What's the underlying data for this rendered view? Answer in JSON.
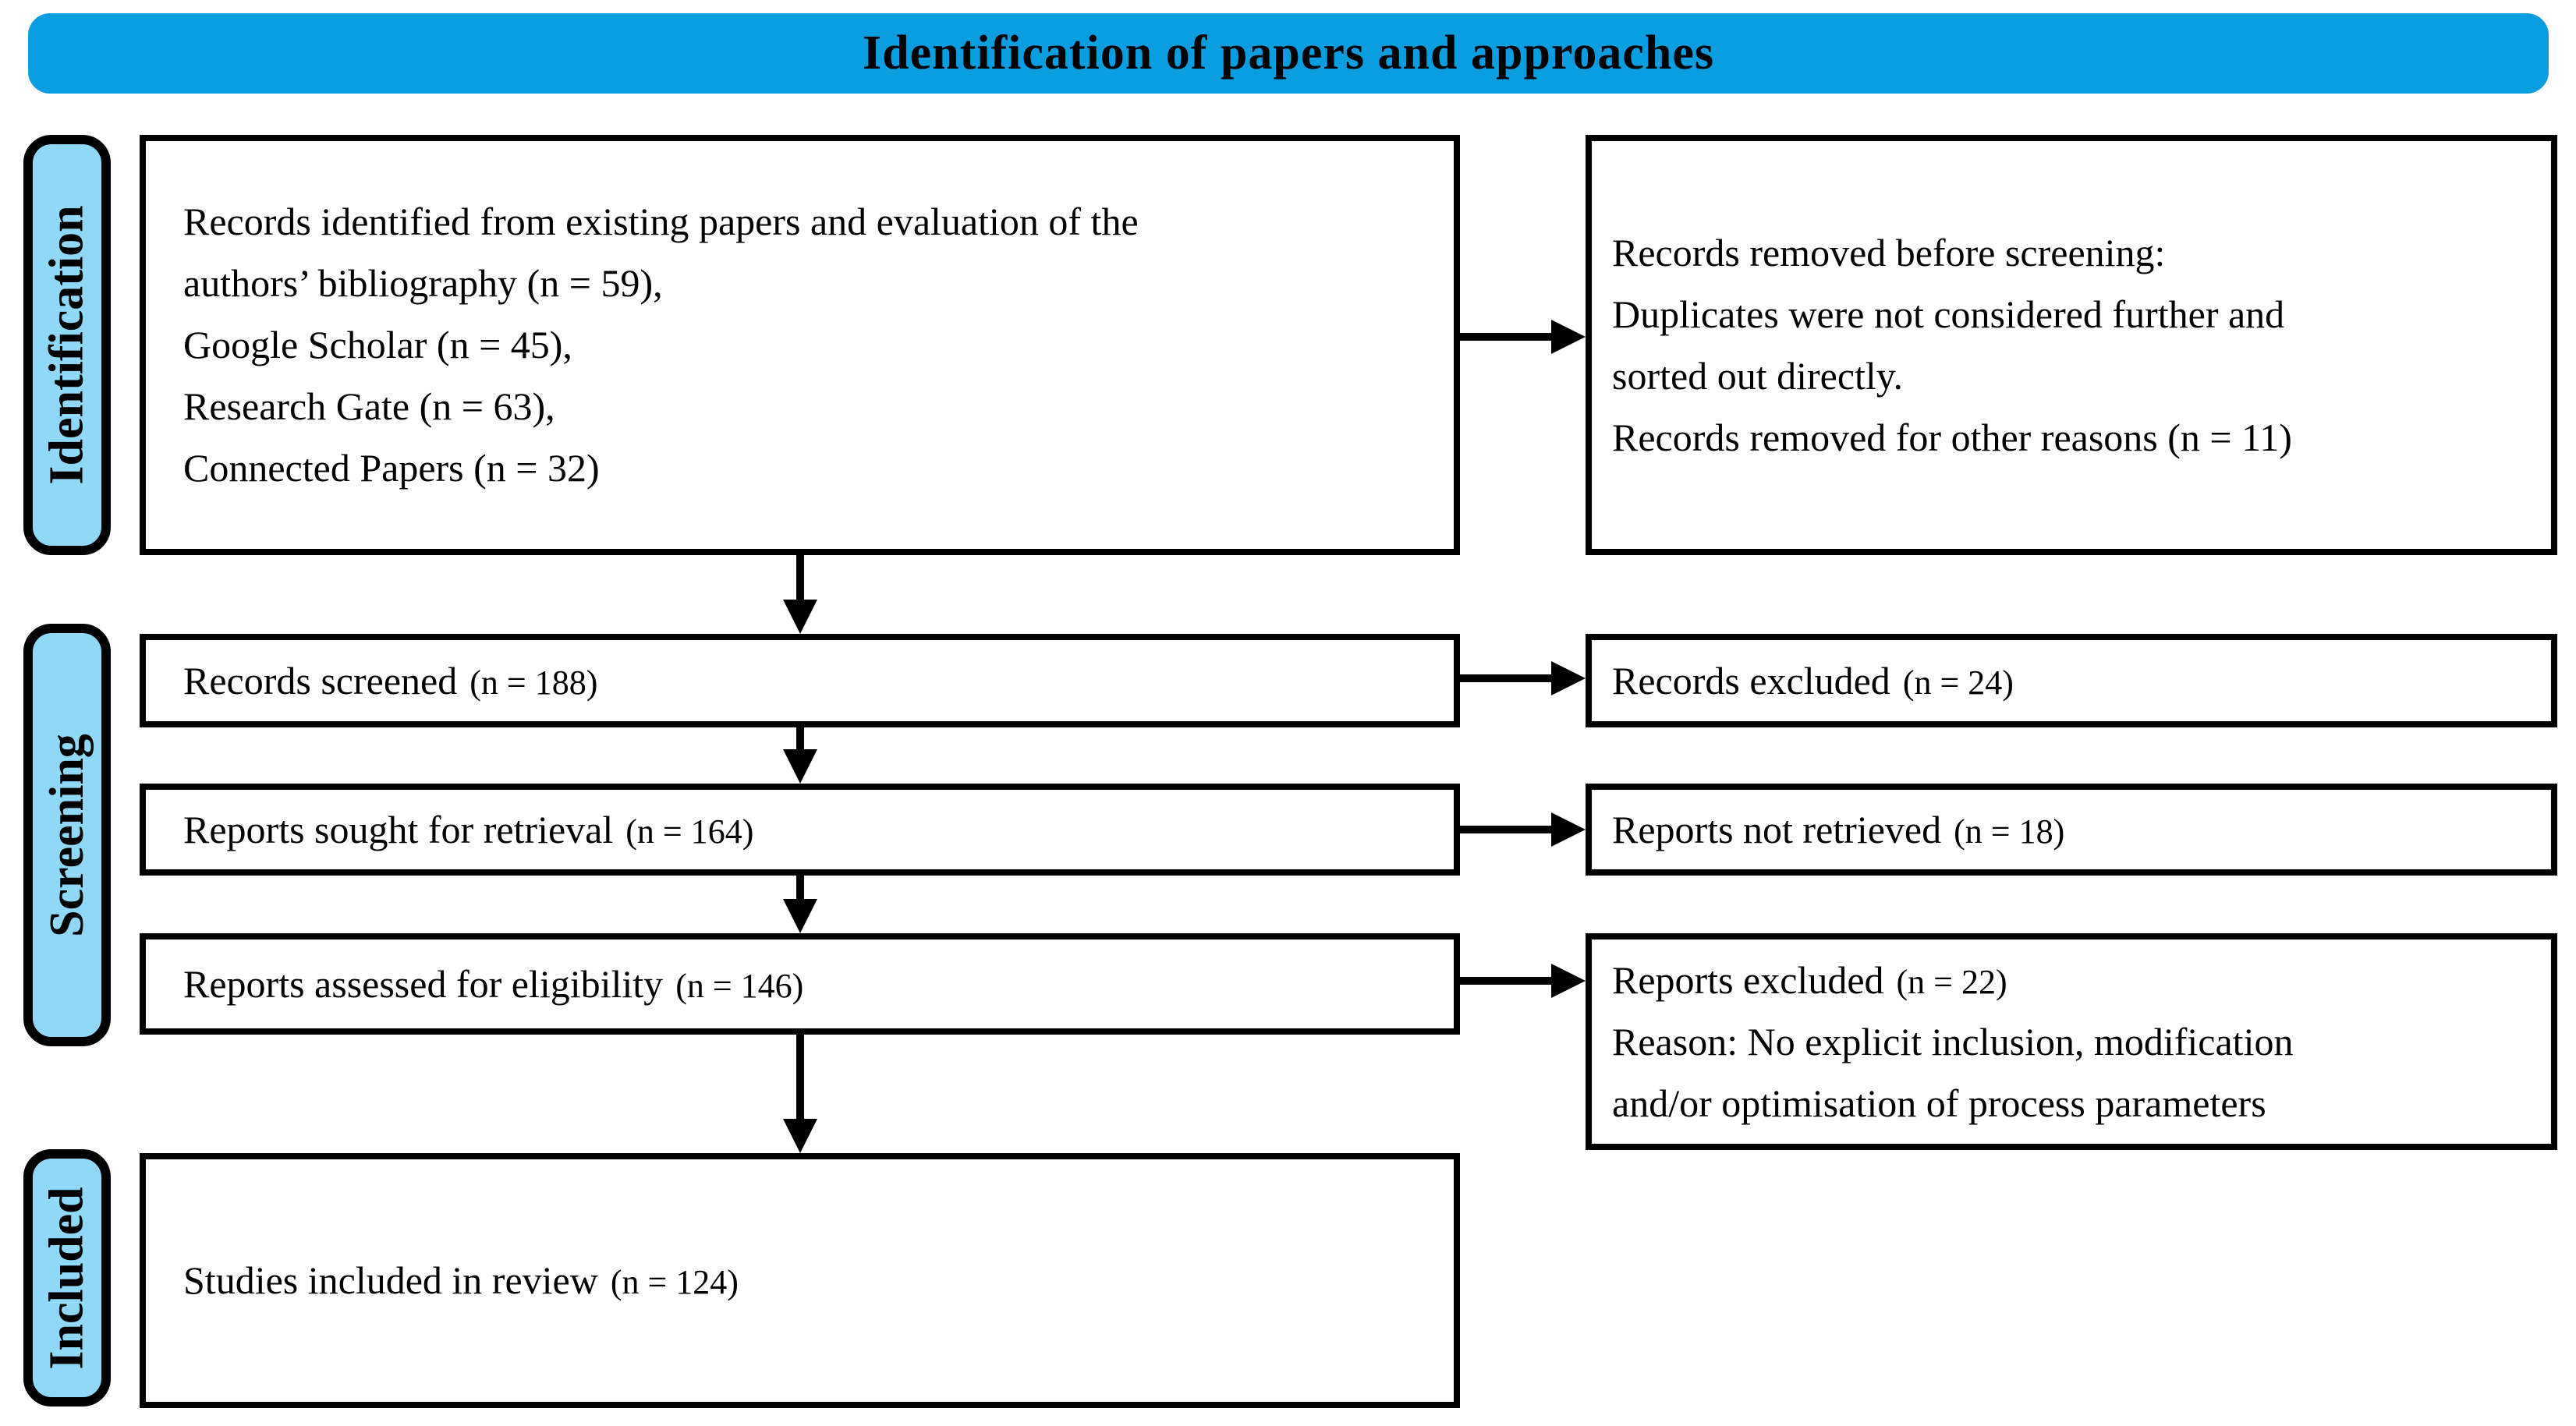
{
  "banner": {
    "title": "Identification of papers and approaches"
  },
  "colors": {
    "banner_bg": "#0A9DDF",
    "stage_bg": "#8FD8F7",
    "box_bg": "#FFFFFF",
    "border": "#000000"
  },
  "stages": {
    "identification": "Identification",
    "screening": "Screening",
    "included": "Included"
  },
  "flow": {
    "records_identified": {
      "lines": [
        "Records identified from existing papers and evaluation of the",
        "authors’ bibliography (n = 59),",
        "Google Scholar (n = 45),",
        "Research Gate (n = 63),",
        "Connected Papers (n = 32)"
      ]
    },
    "records_screened": {
      "label": "Records screened",
      "count": "(n = 188)"
    },
    "reports_sought": {
      "label": "Reports sought for retrieval",
      "count": "(n = 164)"
    },
    "reports_assessed": {
      "label": "Reports assessed for eligibility",
      "count": "(n = 146)"
    },
    "studies_included": {
      "label": "Studies included in review",
      "count": "(n = 124)"
    }
  },
  "exclusions": {
    "records_removed": {
      "lines": [
        "Records removed before screening:",
        "Duplicates were not considered further and",
        "sorted out directly.",
        "Records removed for other reasons (n = 11)"
      ]
    },
    "records_excluded": {
      "label": "Records excluded",
      "count": "(n = 24)"
    },
    "reports_not_retrieved": {
      "label": "Reports not retrieved",
      "count": "(n = 18)"
    },
    "reports_excluded": {
      "label": "Reports excluded",
      "count": "(n = 22)",
      "reason_lines": [
        "Reason: No explicit inclusion, modification",
        "and/or optimisation of process parameters"
      ]
    }
  }
}
